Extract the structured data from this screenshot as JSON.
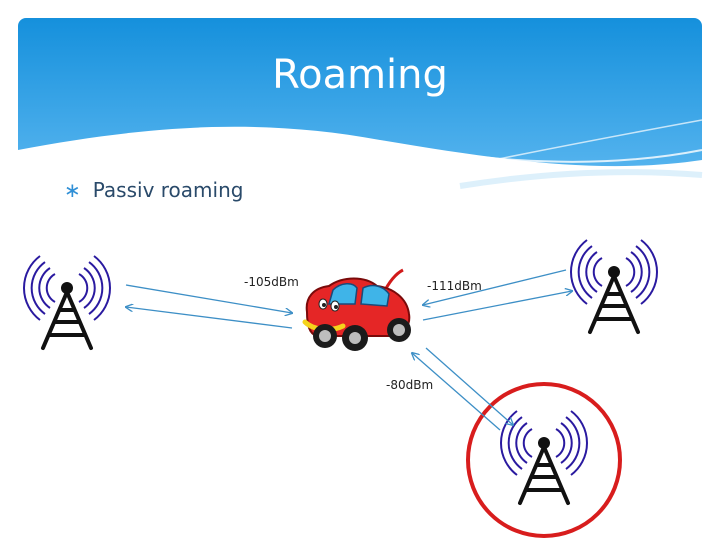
{
  "slide": {
    "title": "Roaming",
    "bullet": "Passiv roaming"
  },
  "signals": [
    {
      "label": "-105dBm"
    },
    {
      "label": "-111dBm"
    },
    {
      "label": "-80dBm"
    }
  ],
  "colors": {
    "header_blue": "#1f9ae0",
    "arrow_blue": "#3d8fc6",
    "tower_wave": "#2a1aa0",
    "tower_body": "#111111",
    "highlight_circle": "#d81d1d",
    "car_body": "#e52626"
  },
  "icons": {
    "tower_left": "radio-tower-icon",
    "tower_right": "radio-tower-icon",
    "tower_bottom": "radio-tower-icon",
    "car": "cartoon-car-icon",
    "bullet": "asterisk-bullet-icon"
  }
}
